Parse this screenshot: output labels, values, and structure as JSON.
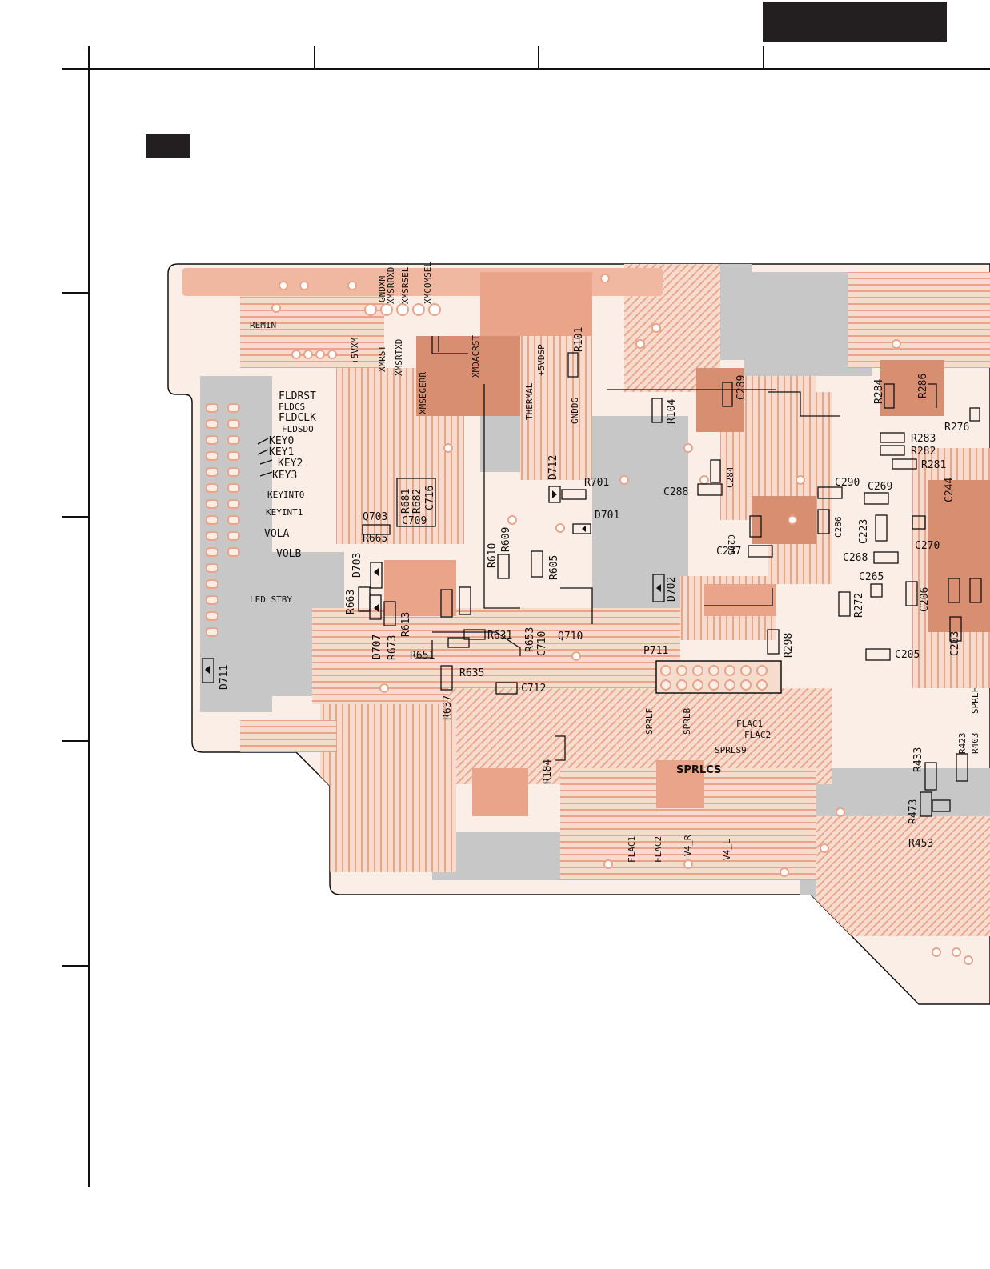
{
  "labels": {
    "remin": "REMIN",
    "gndxm": "GNDXM",
    "xmsrrxd": "XMSRRXD",
    "xmsrsel": "XMSRSEL",
    "xmcomsel": "XMCOMSEL",
    "plus5vxm": "+5VXM",
    "xmrst": "XMRST",
    "xmsrtxd": "XMSRTXD",
    "xmsegerr": "XMSEGERR",
    "xmdacrst": "XMDACRST",
    "plus5vdsp": "+5VDSP",
    "thermal": "THERMAL",
    "gnddg": "GNDDG",
    "fldrst": "FLDRST",
    "fldcs": "FLDCS",
    "fldclk": "FLDCLK",
    "fldsdo": "FLDSDO",
    "key0": "KEY0",
    "key1": "KEY1",
    "key2": "KEY2",
    "key3": "KEY3",
    "keyint0": "KEYINT0",
    "keyint1": "KEYINT1",
    "vola": "VOLA",
    "volb": "VOLB",
    "led_stby": "LED STBY",
    "sprlf": "SPRLF",
    "sprlb": "SPRLB",
    "flac1": "FLAC1",
    "flac2": "FLAC2",
    "sprls9": "SPRLS9",
    "sprlcs": "SPRLCS",
    "flac1_b": "FLAC1",
    "flac2_b": "FLAC2",
    "v4_r": "V4_R",
    "v4_l": "V4_L",
    "sprlf_r": "SPRLF"
  },
  "components": {
    "r101": "R101",
    "r104": "R104",
    "c289": "C289",
    "r284": "R284",
    "r286": "R286",
    "r276": "R276",
    "r283": "R283",
    "r282": "R282",
    "r281": "R281",
    "d712": "D712",
    "r701": "R701",
    "d701": "D701",
    "c288": "C288",
    "c284": "C284",
    "c290": "C290",
    "c269": "C269",
    "c244": "C244",
    "r681": "R681",
    "r682": "R682",
    "c716": "C716",
    "c709": "C709",
    "q703": "Q703",
    "r665": "R665",
    "r610": "R610",
    "r609": "R609",
    "r605": "R605",
    "d703": "D703",
    "c286": "C286",
    "c223": "C223",
    "c205a": "C205",
    "c237": "C237",
    "c268": "C268",
    "c270": "C270",
    "c265": "C265",
    "d702": "D702",
    "r663": "R663",
    "r613": "R613",
    "r673": "R673",
    "d707": "D707",
    "r631": "R631",
    "r653": "R653",
    "c710": "C710",
    "q710": "Q710",
    "r272": "R272",
    "c206": "C206",
    "c203": "C203",
    "c205": "C205",
    "r651": "R651",
    "r635": "R635",
    "p711": "P711",
    "r298": "R298",
    "d711": "D711",
    "c712": "C712",
    "r637": "R637",
    "r184": "R184",
    "r433": "R433",
    "r423": "R423",
    "r403": "R403",
    "r473": "R473",
    "r453": "R453"
  },
  "colors": {
    "board_copper": "#e9a48a",
    "board_dark_copper": "#d88e70",
    "board_gray": "#c7c7c7",
    "board_light": "#f6dccf",
    "ink": "#111111",
    "header_block": "#231f20"
  }
}
